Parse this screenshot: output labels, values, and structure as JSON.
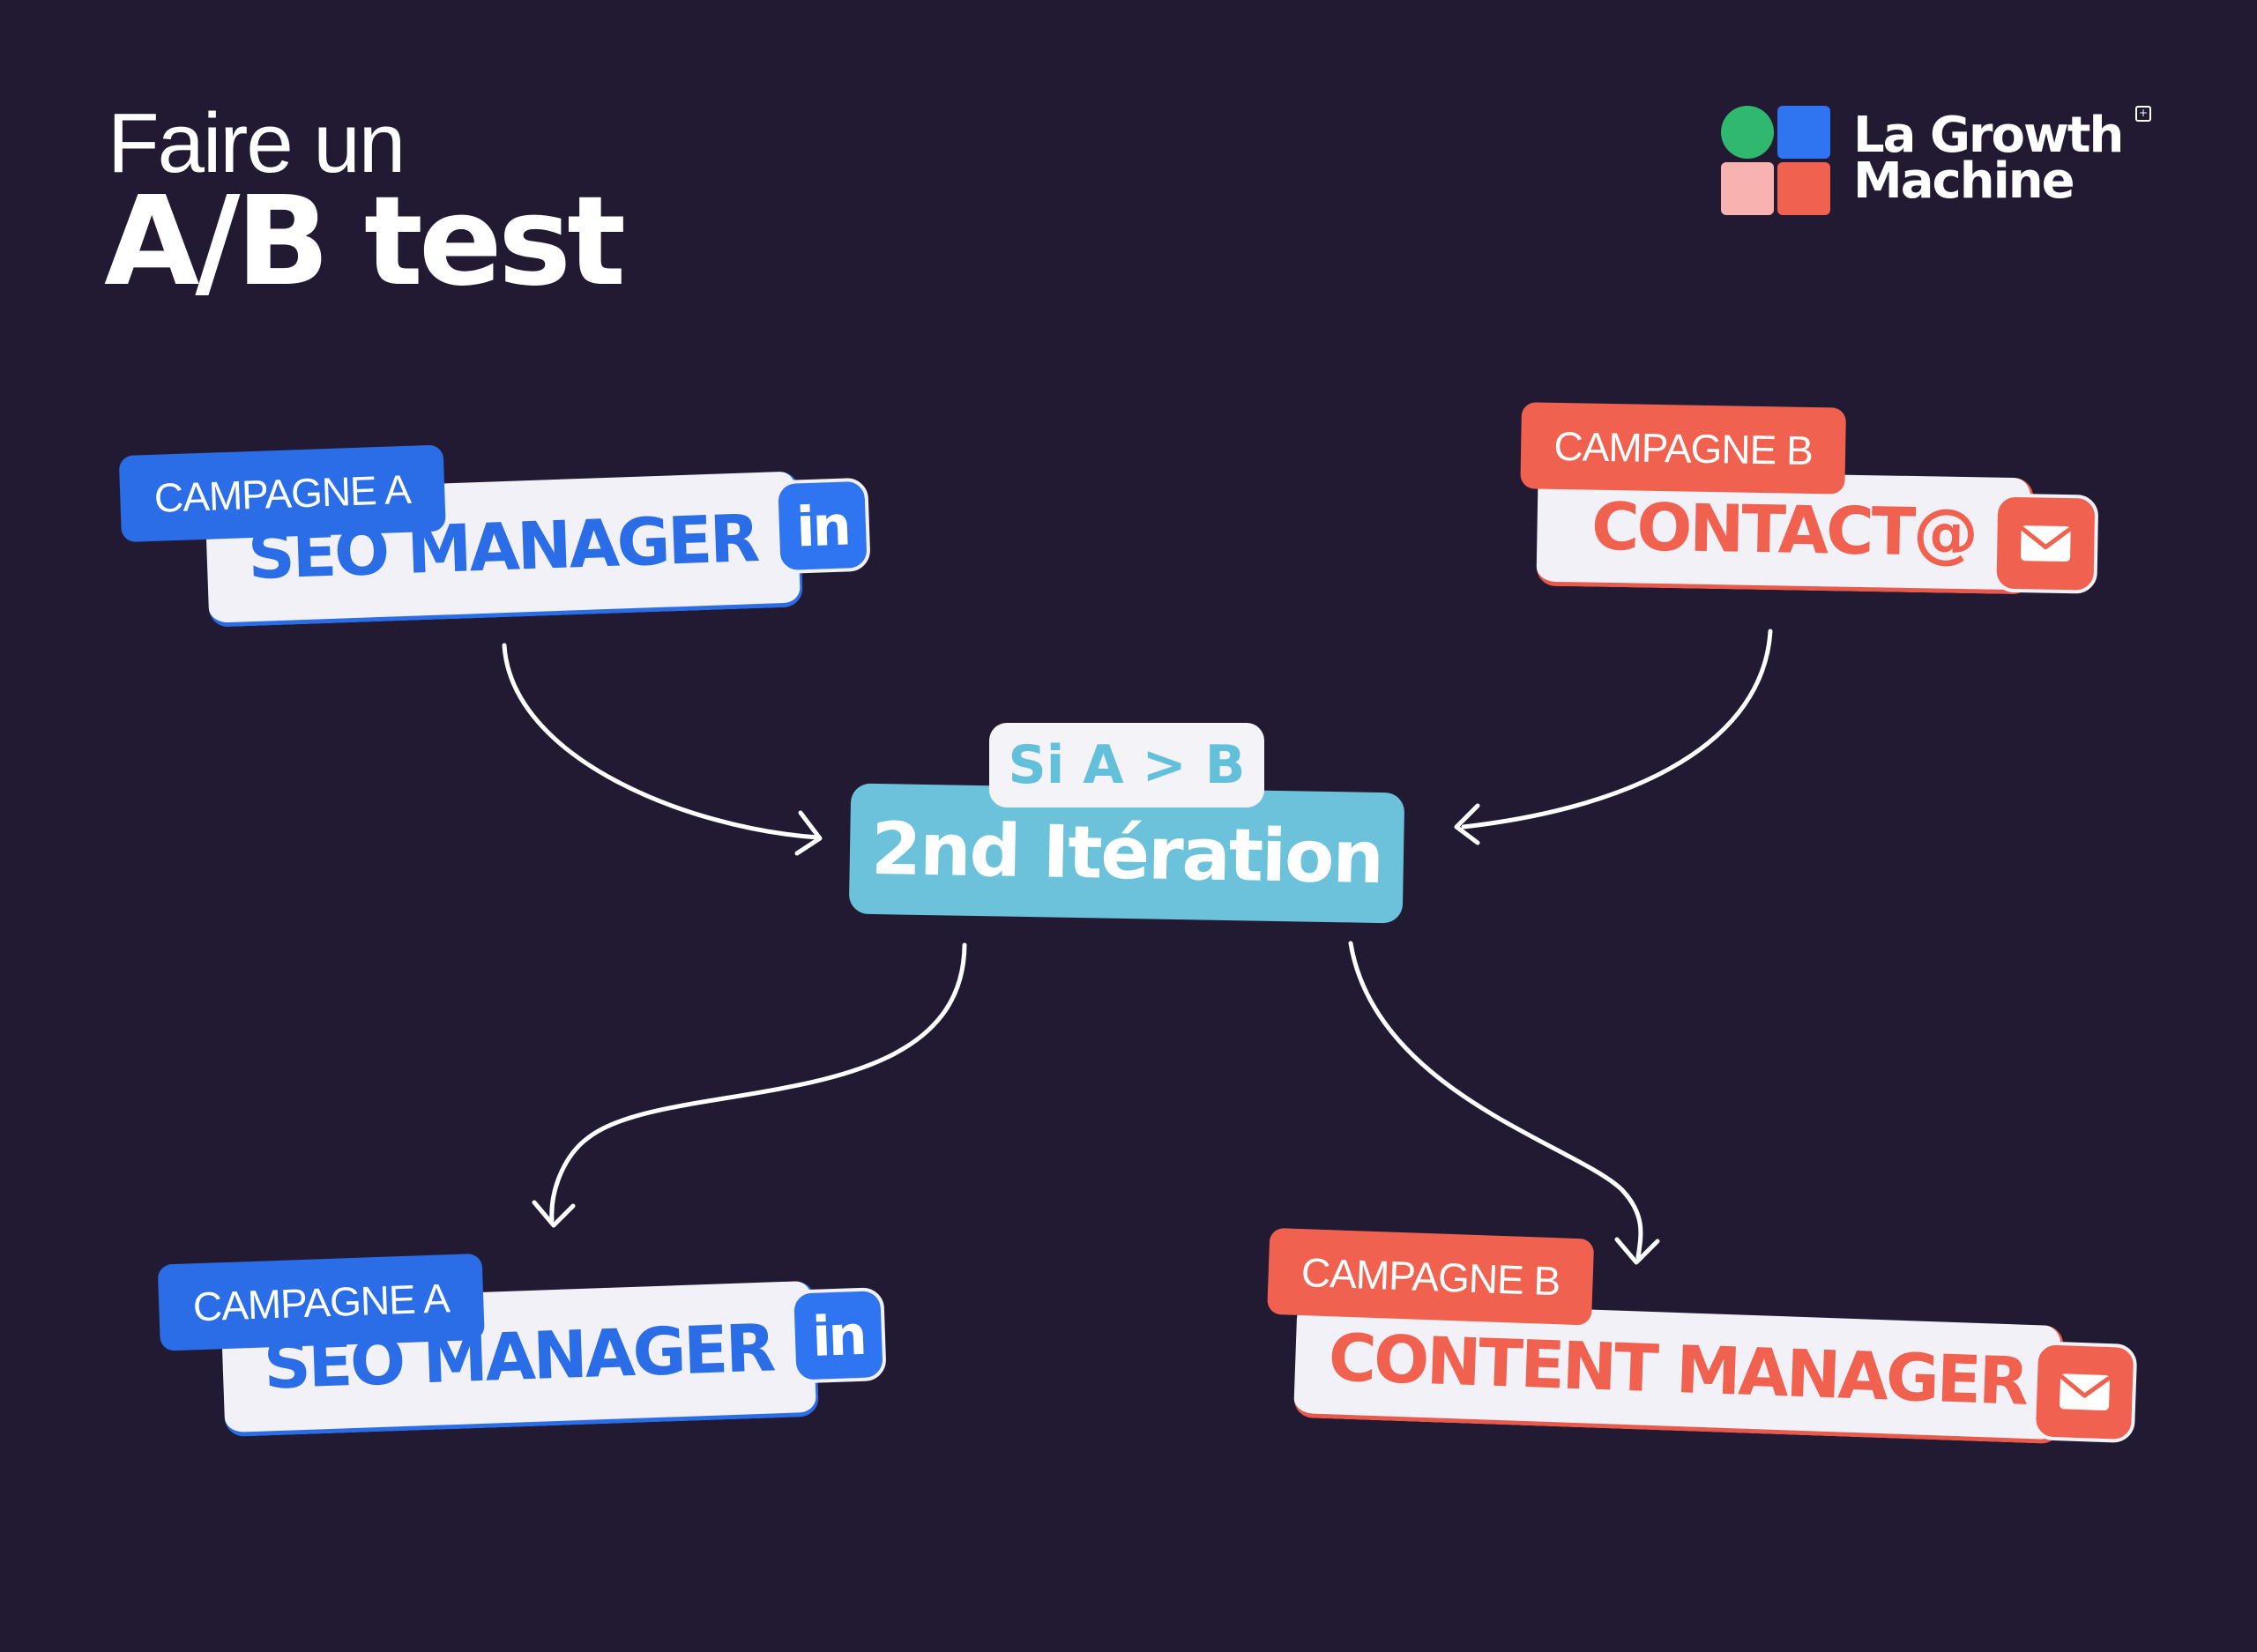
{
  "title": {
    "line1": "Faire un",
    "line2": "A/B test"
  },
  "logo": {
    "line1": "La Growth",
    "line2": "Machine",
    "colors": [
      "#2fb86e",
      "#2f74f0",
      "#f8b3b0",
      "#f0614f"
    ]
  },
  "cards": {
    "top_left": {
      "tag": "CAMPAGNE A",
      "label": "SEO MANAGER",
      "icon": "linkedin-icon",
      "icon_text": "in"
    },
    "top_right": {
      "tag": "CAMPAGNE B",
      "label": "CONTACT@",
      "icon": "mail-icon"
    },
    "bottom_left": {
      "tag": "CAMPAGNE A",
      "label": "SEO MANAGER",
      "icon": "linkedin-icon",
      "icon_text": "in"
    },
    "bottom_right": {
      "tag": "CAMPAGNE B",
      "label": "CONTENT MANAGER",
      "icon": "mail-icon"
    }
  },
  "center": {
    "condition": "Si A > B",
    "label": "2nd Itération"
  },
  "colors": {
    "background": "#221a33",
    "campaign_a": "#2a6de6",
    "campaign_b": "#f0614f",
    "center": "#6cc2da"
  }
}
